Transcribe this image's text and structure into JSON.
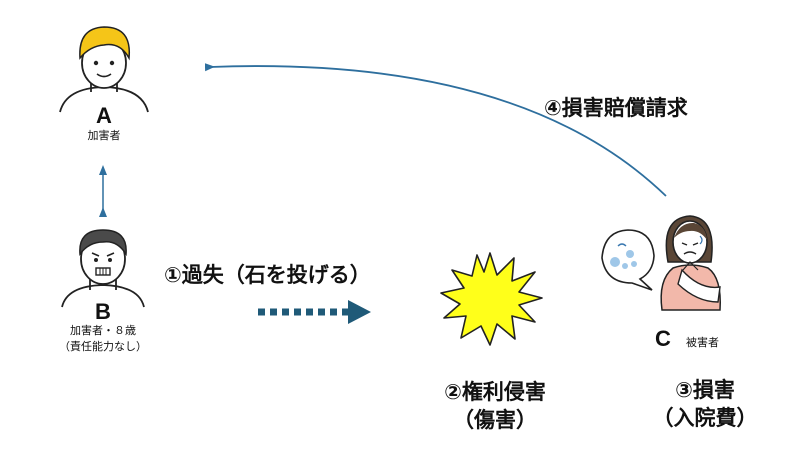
{
  "persons": {
    "a": {
      "letter": "A",
      "role": "加害者"
    },
    "b": {
      "letter": "B",
      "role": "加害者・８歳",
      "note": "（責任能力なし）"
    },
    "c": {
      "letter": "C",
      "role": "被害者"
    }
  },
  "steps": {
    "s1": "①過失（石を投げる）",
    "s2_line1": "②権利侵害",
    "s2_line2": "（傷害）",
    "s3_line1": "③損害",
    "s3_line2": "（入院費）",
    "s4": "④損害賠償請求"
  },
  "colors": {
    "arrow": "#2e6f9e",
    "dotted_arrow": "#1f5a78",
    "burst_fill": "#ffff1a",
    "hair_a": "#f5c518",
    "hair_b": "#4a4a4a",
    "hair_c": "#5a4636",
    "arm_c": "#f2b8aa"
  }
}
